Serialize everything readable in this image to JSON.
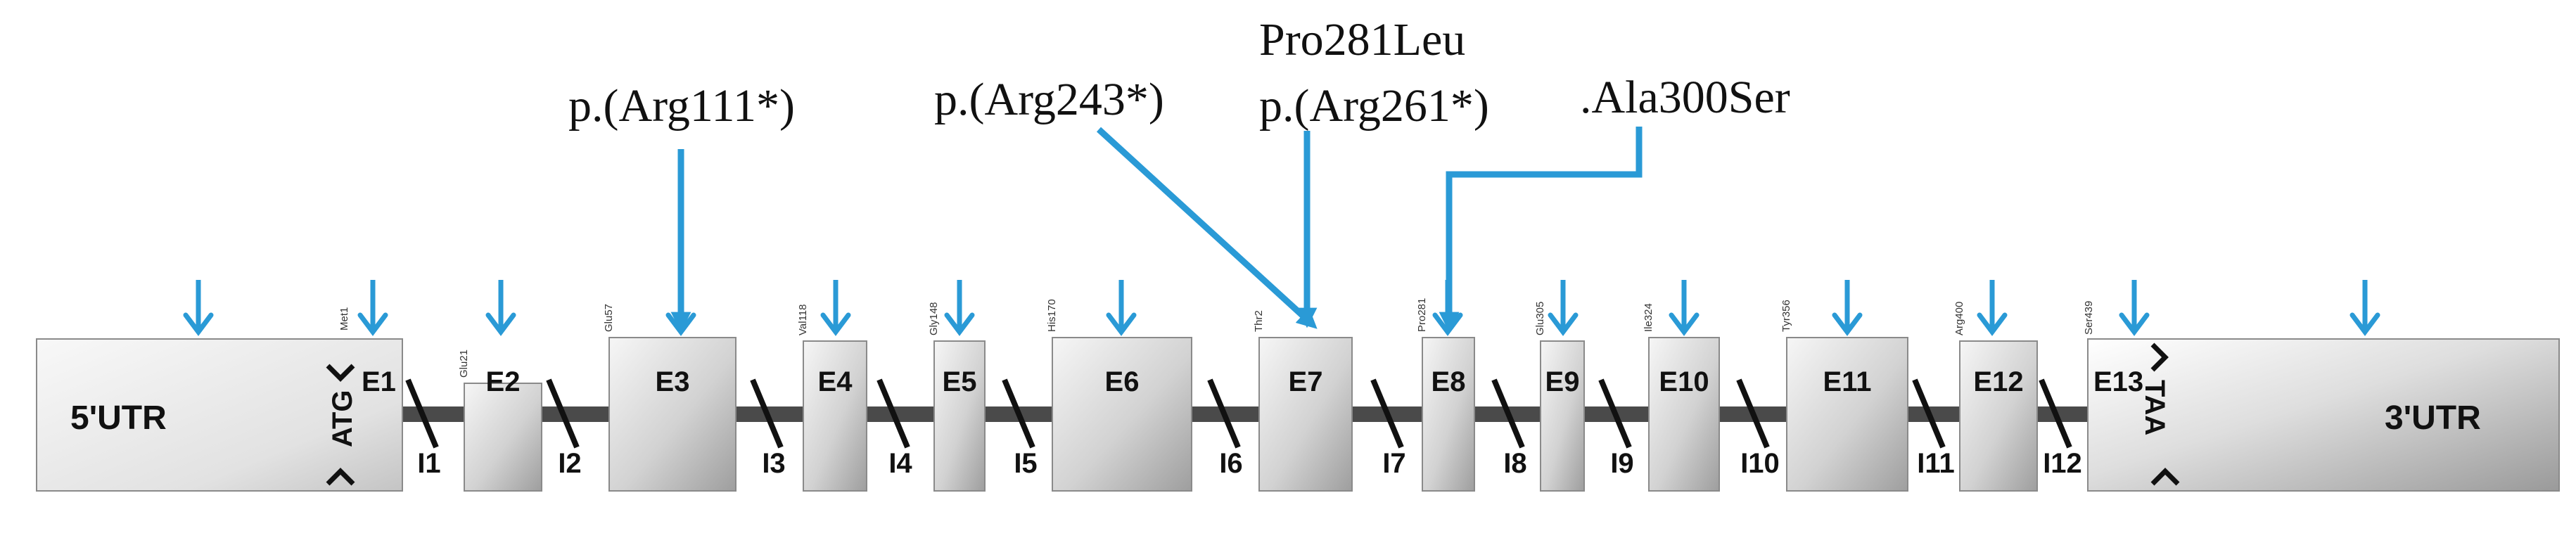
{
  "utr5": {
    "label": "5'UTR"
  },
  "utr3": {
    "label": "3'UTR"
  },
  "start_codon": "ATG",
  "stop_codon": "TAA",
  "exons": [
    {
      "label": "E1",
      "residue": "Met1"
    },
    {
      "label": "E2",
      "residue": "Glu21"
    },
    {
      "label": "E3",
      "residue": "Glu57"
    },
    {
      "label": "E4",
      "residue": "Val118"
    },
    {
      "label": "E5",
      "residue": "Gly148"
    },
    {
      "label": "E6",
      "residue": "His170"
    },
    {
      "label": "E7",
      "residue": "Thr2"
    },
    {
      "label": "E8",
      "residue": "Pro281"
    },
    {
      "label": "E9",
      "residue": "Glu305"
    },
    {
      "label": "E10",
      "residue": "Ile324"
    },
    {
      "label": "E11",
      "residue": "Tyr356"
    },
    {
      "label": "E12",
      "residue": "Arg400"
    },
    {
      "label": "E13",
      "residue": "Ser439"
    }
  ],
  "introns": [
    "I1",
    "I2",
    "I3",
    "I4",
    "I5",
    "I6",
    "I7",
    "I8",
    "I9",
    "I10",
    "I11",
    "I12"
  ],
  "variants": [
    {
      "label": "p.(Arg111*)"
    },
    {
      "label": "p.(Arg243*)"
    },
    {
      "label": "Pro281Leu"
    },
    {
      "label": "p.(Arg261*)"
    },
    {
      "label": ".Ala300Ser"
    }
  ],
  "colors": {
    "arrow": "#2a9ad6",
    "backbone": "#4a4a4a",
    "exon_light": "#f4f4f4",
    "exon_dark": "#a8a8a8",
    "text": "#111111"
  }
}
